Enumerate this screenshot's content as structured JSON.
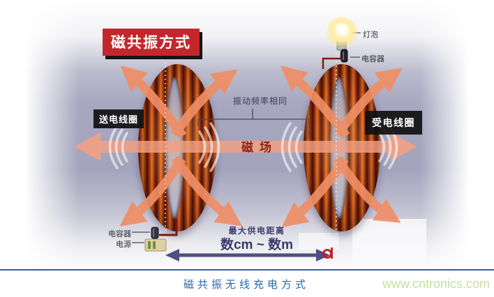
{
  "diagram": {
    "title": "磁共振方式",
    "transmitter": {
      "coil_label": "送电线圈",
      "capacitor_label": "电容器",
      "power_label": "电源"
    },
    "receiver": {
      "coil_label": "受电线圈",
      "bulb_label": "灯泡",
      "capacitor_label": "电容器"
    },
    "center": {
      "frequency_note": "振动频率相同",
      "magnetic_field_label": "磁场"
    },
    "distance": {
      "label": "最大供电距离",
      "range": "数cm ~ 数m"
    }
  },
  "footer": {
    "caption": "磁共振无线充电方式",
    "watermark": "www.cntronics.com"
  },
  "colors": {
    "title_bg": "#c4272b",
    "label_bg": "#1b1b1b",
    "arrow_orange": "#ef8e66",
    "band_orange": "#f2a083",
    "coil_copper": "#c1541a",
    "magnetic_text": "#8b2518",
    "distance_navy": "#44447a",
    "caption_blue": "#2a66b0",
    "watermark_green": "#c6df9f",
    "bottom_rule_blue": "#2c5fb0"
  }
}
